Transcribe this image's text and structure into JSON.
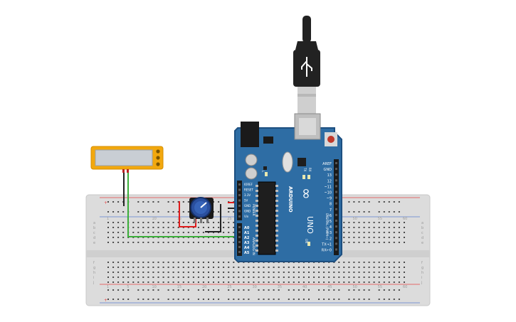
{
  "scene": {
    "title": "",
    "breadboard": {
      "row_letters_top": [
        "a",
        "b",
        "c",
        "d",
        "e"
      ],
      "row_letters_bottom": [
        "f",
        "g",
        "h",
        "i",
        "j"
      ],
      "column_labels": [
        "1",
        "5",
        "10",
        "15",
        "20",
        "25",
        "30",
        "35",
        "40",
        "45",
        "50",
        "55",
        "60"
      ],
      "colors": {
        "body": "#dcdcdc",
        "hole": "#4a4a4a",
        "rail_plus": "#e64545",
        "rail_minus": "#5b7fd0",
        "label": "#9a9a9a"
      }
    },
    "arduino": {
      "brand_text": "ARDUINO",
      "model_text": "UNO",
      "logo_text": "∞",
      "power_header_title": "POWER",
      "analog_header_title": "ANALOG IN",
      "digital_header_title": "DIGITAL (PWM~)",
      "power_pins": [
        "IOREF",
        "RESET",
        "3.3V",
        "5V",
        "GND",
        "GND",
        "Vin"
      ],
      "analog_pins": [
        "A0",
        "A1",
        "A2",
        "A3",
        "A4",
        "A5"
      ],
      "digital_pins": [
        "AREF",
        "GND",
        "13",
        "12",
        "~11",
        "~10",
        "~9",
        "8",
        "7",
        "~6",
        "~5",
        "4",
        "~3",
        "2",
        "TX→1",
        "RX←0"
      ],
      "led_labels": [
        "TX",
        "RX",
        "L"
      ],
      "on_label": "ON",
      "colors": {
        "board": "#2e6da4",
        "board_edge": "#1d4f80",
        "header": "#1a1a1a",
        "text": "#ffffff",
        "chip": "#1e1e1e"
      }
    },
    "usb_cable": {
      "colors": {
        "plug": "#222222",
        "metal": "#cfcfcf"
      }
    },
    "potentiometer": {
      "colors": {
        "knob": "#2a4f9e",
        "base": "#1a1a1a"
      }
    },
    "lcd_display": {
      "colors": {
        "frame": "#f2a80e",
        "screen": "#c9ced4"
      }
    },
    "wires": [
      {
        "name": "red-wire",
        "color": "#e01b1b"
      },
      {
        "name": "black-wire",
        "color": "#222222"
      },
      {
        "name": "green-wire",
        "color": "#3cae3a"
      },
      {
        "name": "red-signal-wire",
        "color": "#e01b1b"
      }
    ]
  }
}
